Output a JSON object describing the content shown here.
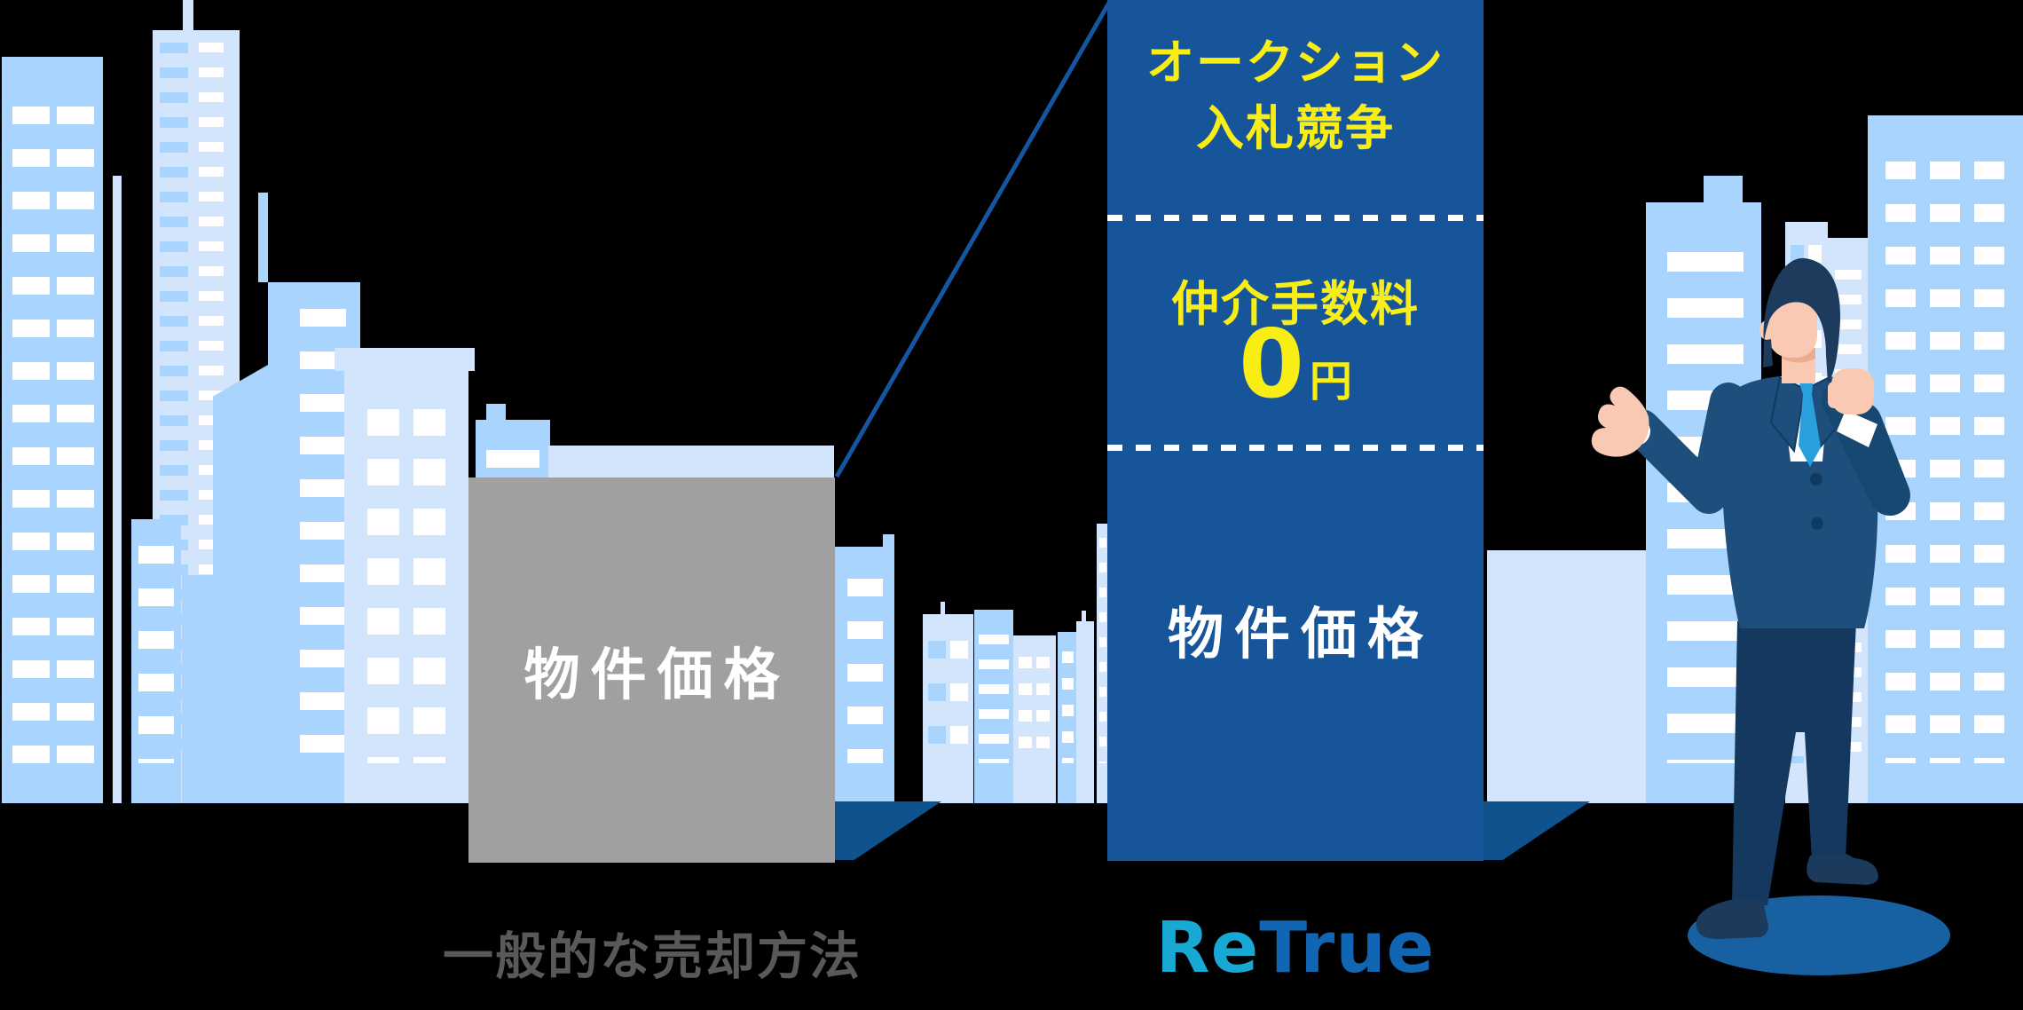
{
  "comparison": {
    "left": {
      "bar_label": "物件価格",
      "caption": "一般的な売却方法"
    },
    "right": {
      "auction_line1": "オークション",
      "auction_line2": "入札競争",
      "fee_label": "仲介手数料",
      "fee_amount": "0",
      "fee_unit": "円",
      "bar_label": "物件価格"
    }
  },
  "brand": {
    "part1": "Re",
    "part2": "True"
  },
  "colors": {
    "bar_blue": "#17559b",
    "bar_gray": "#a0a0a0",
    "highlight_yellow": "#f8ee15",
    "shadow_navy": "#0e538d",
    "growth_line": "#1456a0",
    "caption_gray": "#595959",
    "brand_cyan": "#17a9d4",
    "brand_blue": "#1166b4",
    "building_medium": "#a8d4fd",
    "building_light": "#d2e5fc",
    "window_white": "#ffffff",
    "suit_navy": "#1d4e7c",
    "tie_blue": "#29a0dc"
  }
}
